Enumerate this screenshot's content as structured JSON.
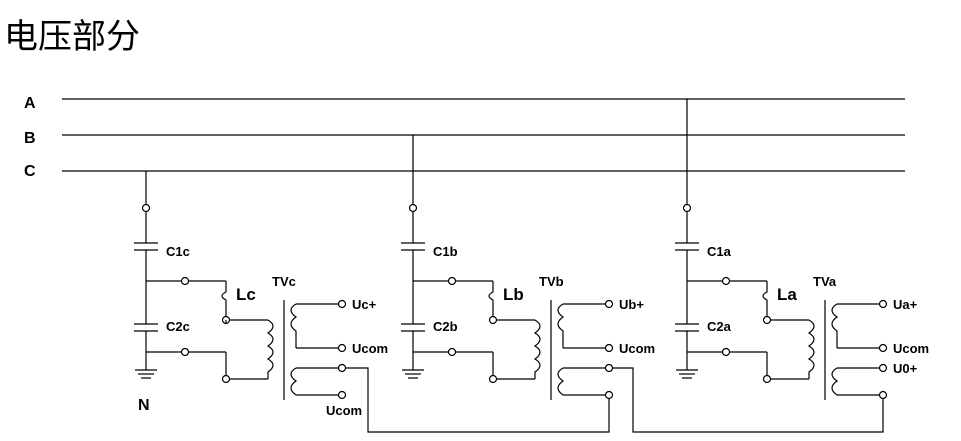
{
  "title": "电压部分",
  "buses": [
    "A",
    "B",
    "C"
  ],
  "neutral_label": "N",
  "phases": [
    {
      "c1": "C1c",
      "c2": "C2c",
      "l": "Lc",
      "tv": "TVc",
      "sec_top": "Uc+",
      "sec_bottom": "Ucom",
      "open_delta": "Ucom"
    },
    {
      "c1": "C1b",
      "c2": "C2b",
      "l": "Lb",
      "tv": "TVb",
      "sec_top": "Ub+",
      "sec_bottom": "Ucom",
      "open_delta": ""
    },
    {
      "c1": "C1a",
      "c2": "C2a",
      "l": "La",
      "tv": "TVa",
      "sec_top": "Ua+",
      "sec_bottom": "Ucom",
      "open_delta": "U0+"
    }
  ]
}
